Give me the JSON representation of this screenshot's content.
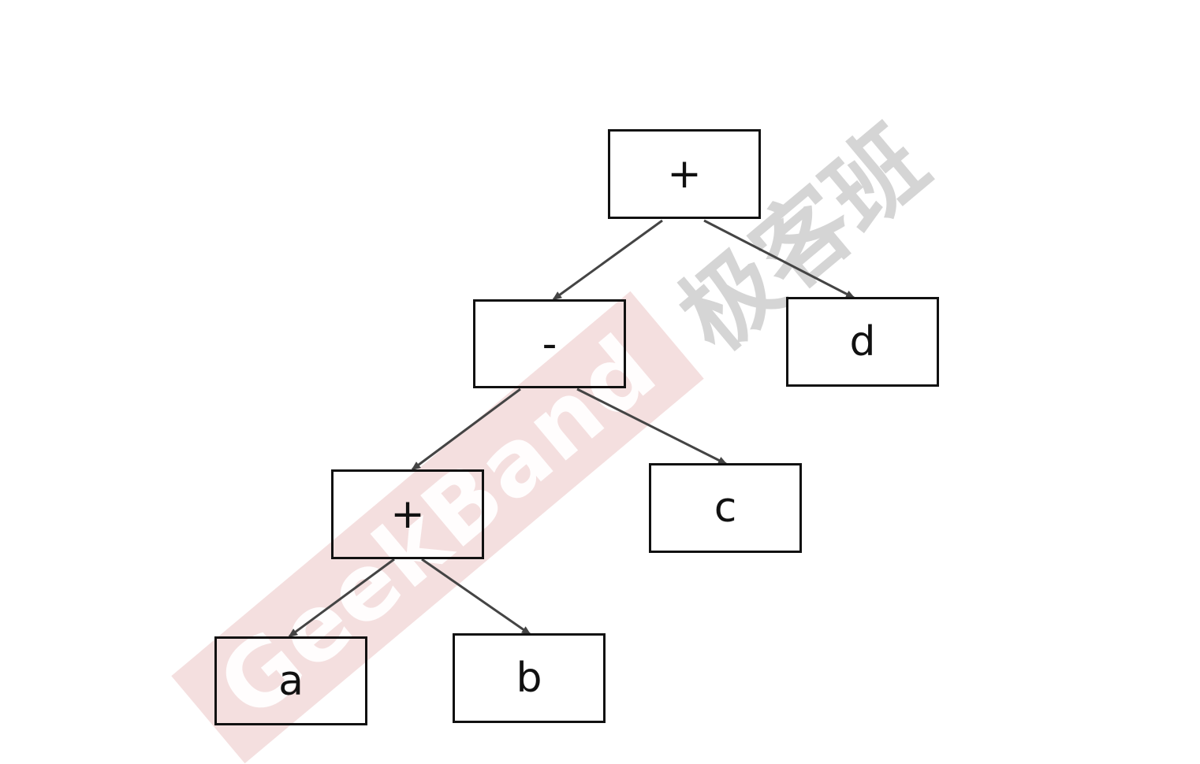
{
  "watermark": {
    "band_text": "GeekBand",
    "cn_text": "极客班"
  },
  "tree": {
    "nodes": [
      {
        "id": "root",
        "label": "+"
      },
      {
        "id": "minus",
        "label": "-"
      },
      {
        "id": "d",
        "label": "d"
      },
      {
        "id": "plus2",
        "label": "+"
      },
      {
        "id": "c",
        "label": "c"
      },
      {
        "id": "a",
        "label": "a"
      },
      {
        "id": "b",
        "label": "b"
      }
    ],
    "edges": [
      {
        "from": "root",
        "to": "minus"
      },
      {
        "from": "root",
        "to": "d"
      },
      {
        "from": "minus",
        "to": "plus2"
      },
      {
        "from": "minus",
        "to": "c"
      },
      {
        "from": "plus2",
        "to": "a"
      },
      {
        "from": "plus2",
        "to": "b"
      }
    ]
  }
}
